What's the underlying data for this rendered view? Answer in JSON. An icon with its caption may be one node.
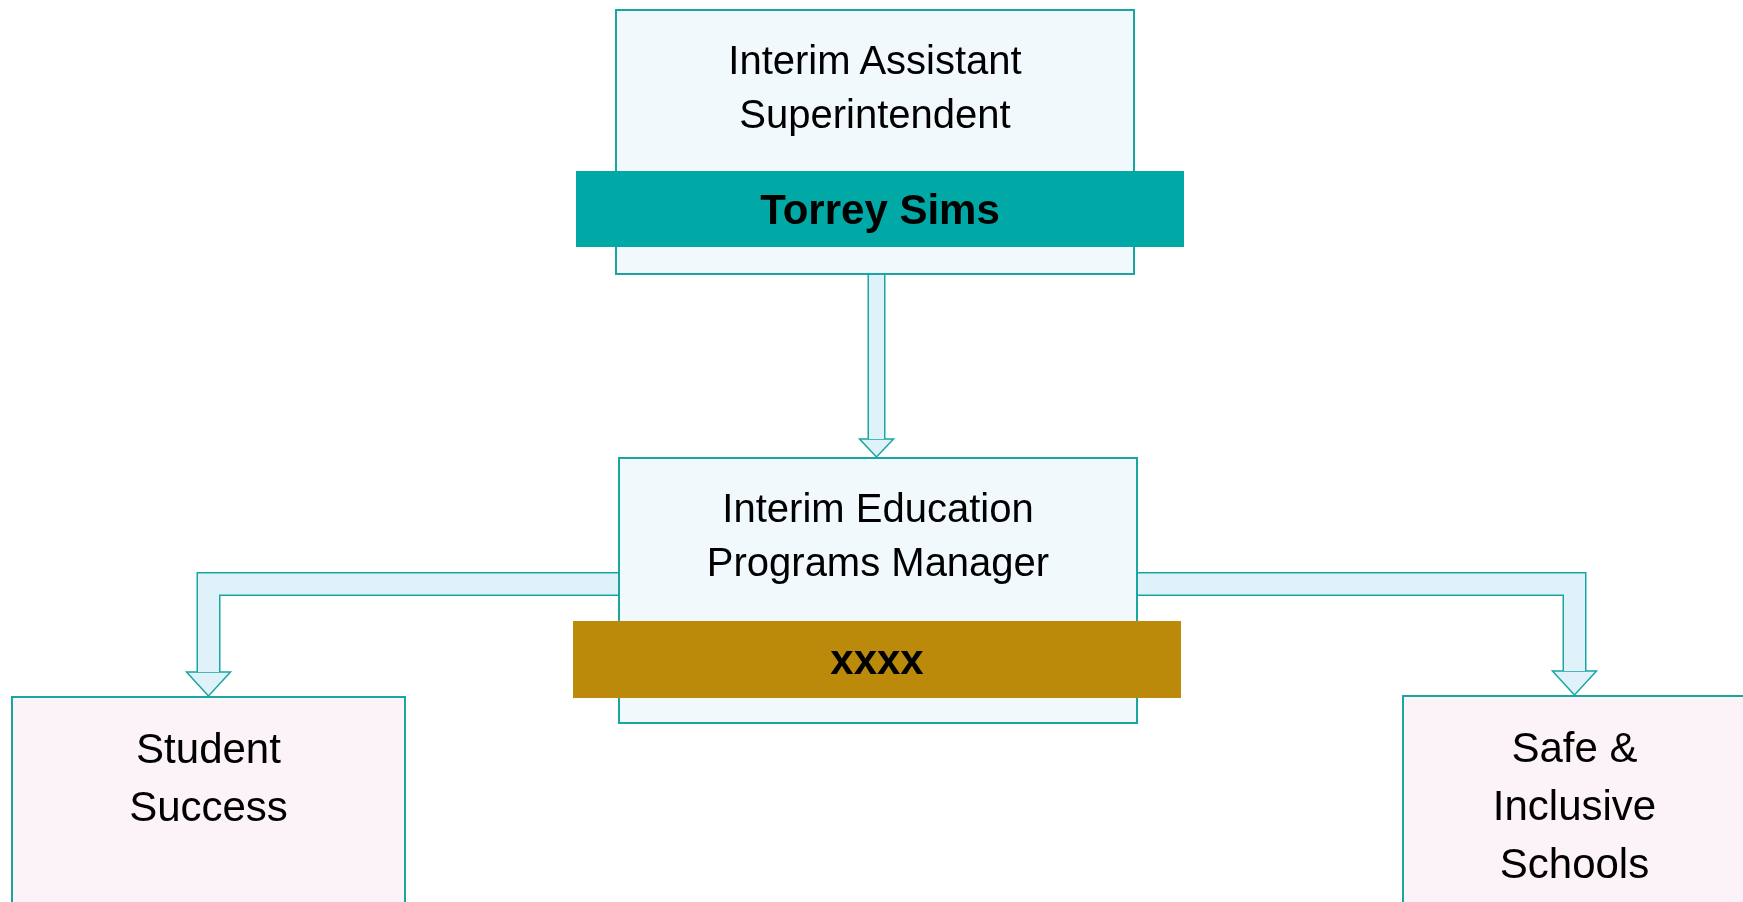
{
  "diagram": {
    "nodes": [
      {
        "text": [
          "Interim Assistant Superintendent"
        ]
      },
      {
        "text": [
          "Torrey Sims"
        ],
        "in": 0
      },
      {
        "text": [
          "Interim Education Programs Manager"
        ]
      },
      {
        "text": [
          "xxxx"
        ],
        "in": 2
      },
      {
        "text": [
          "Student Success"
        ]
      },
      {
        "text": [
          "Safe & Inclusive Schools"
        ]
      }
    ],
    "edges": [
      {
        "from": 0,
        "to": 2,
        "arrow": "to"
      },
      {
        "from": 2,
        "to": 4,
        "arrow": "to"
      },
      {
        "from": 2,
        "to": 5,
        "arrow": "to"
      }
    ]
  }
}
